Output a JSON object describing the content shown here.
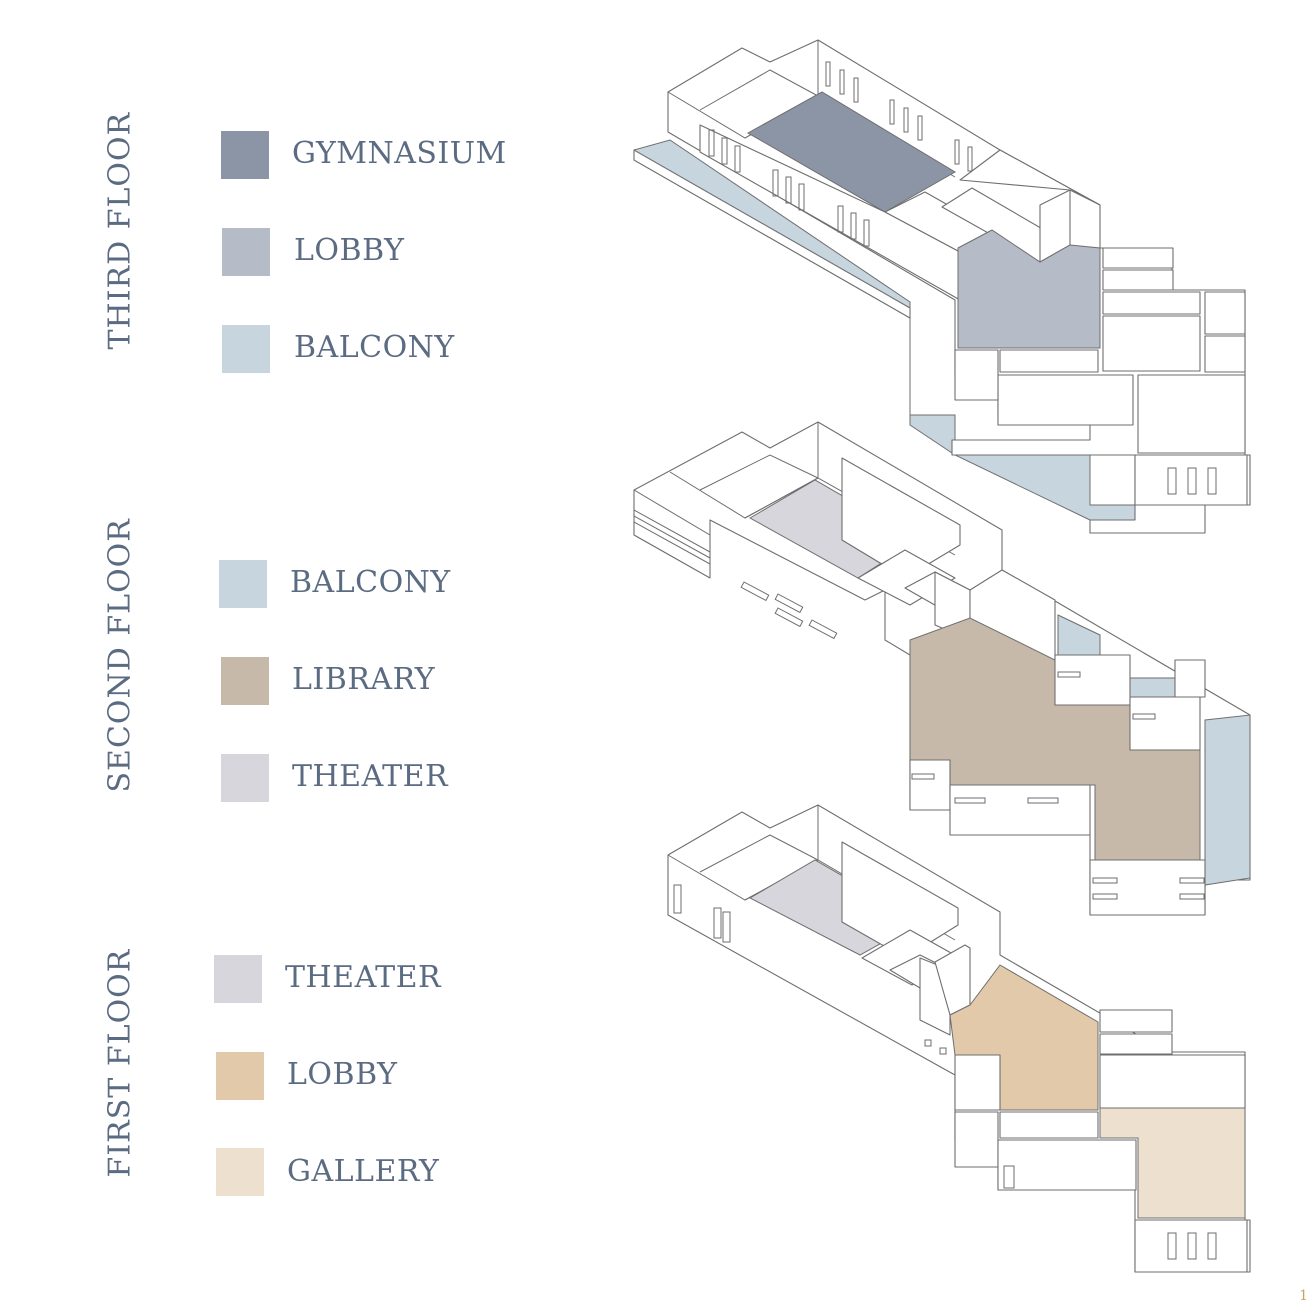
{
  "floors": [
    {
      "title": "THIRD FLOOR",
      "legend": [
        {
          "label": "GYMNASIUM",
          "color": "#8c95a6"
        },
        {
          "label": "LOBBY",
          "color": "#b5bcc7"
        },
        {
          "label": "BALCONY",
          "color": "#c7d5de"
        }
      ]
    },
    {
      "title": "SECOND FLOOR",
      "legend": [
        {
          "label": "BALCONY",
          "color": "#c7d5de"
        },
        {
          "label": "LIBRARY",
          "color": "#c6b9a9"
        },
        {
          "label": "THEATER",
          "color": "#d6d6dc"
        }
      ]
    },
    {
      "title": "FIRST FLOOR",
      "legend": [
        {
          "label": "THEATER",
          "color": "#d6d6dc"
        },
        {
          "label": "LOBBY",
          "color": "#e2c9a9"
        },
        {
          "label": "GALLERY",
          "color": "#eee0cf"
        }
      ]
    }
  ],
  "page_number": "1"
}
